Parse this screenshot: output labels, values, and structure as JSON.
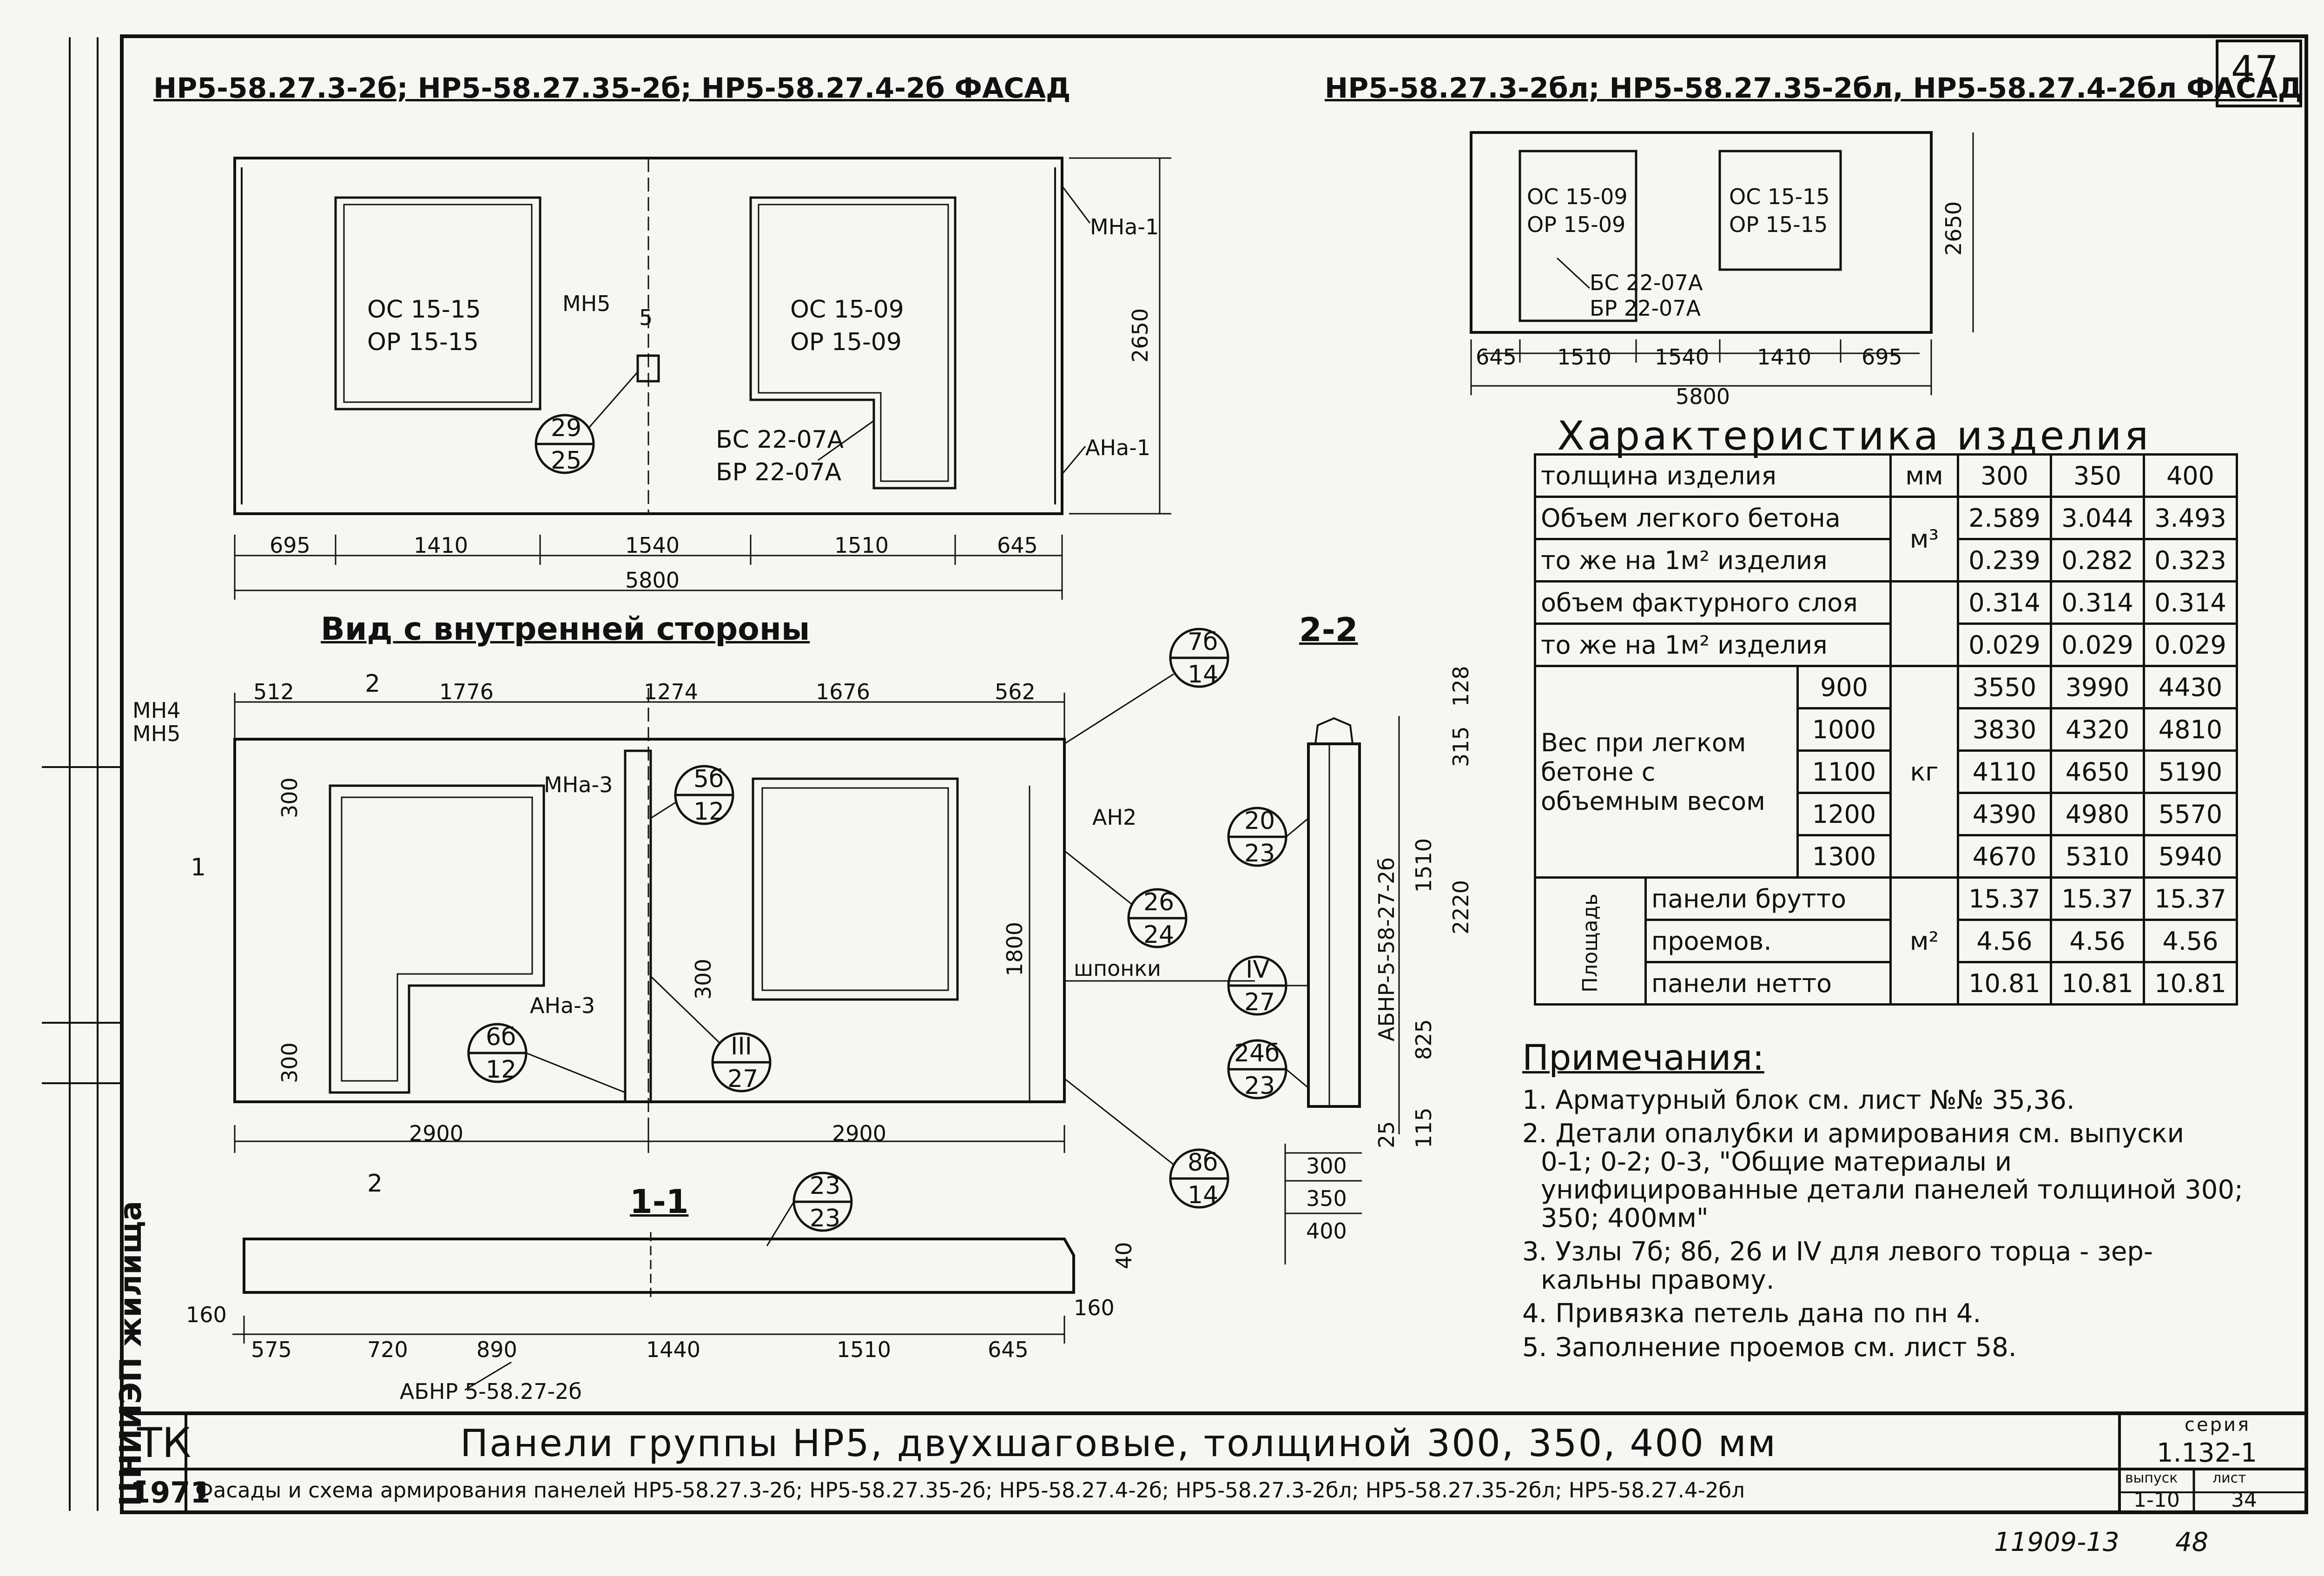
{
  "sheet": {
    "page_number": "47",
    "stamp_number": "11909-13",
    "stamp_page": "48",
    "left_margin_text": "ЦНИИЭП жилища"
  },
  "facade_left": {
    "title": "НР5-58.27.3-2б; НР5-58.27.35-2б; НР5-58.27.4-2б ФАСАД",
    "window_1_top": "ОС 15-15",
    "window_1_bottom": "ОР 15-15",
    "window_2_top": "ОС 15-09",
    "window_2_bottom": "ОР 15-09",
    "balcony_top": "БС 22-07А",
    "balcony_bottom": "БР 22-07А",
    "label_mn5": "МН5",
    "label_5": "5",
    "circle_num": "29",
    "circle_den": "25",
    "label_mna1": "МНа-1",
    "label_ana1": "АНа-1",
    "dim_height": "2650",
    "dims": [
      "695",
      "1410",
      "1540",
      "1510",
      "645"
    ],
    "dim_total": "5800"
  },
  "facade_right": {
    "title": "НР5-58.27.3-2бл; НР5-58.27.35-2бл, НР5-58.27.4-2бл ФАСАД",
    "window_1_top": "ОС 15-09",
    "window_1_bottom": "ОР 15-09",
    "window_2_top": "ОС 15-15",
    "window_2_bottom": "ОР 15-15",
    "balcony_top": "БС 22-07А",
    "balcony_bottom": "БР 22-07А",
    "dim_height": "2650",
    "dims": [
      "645",
      "1510",
      "1540",
      "1410",
      "695"
    ],
    "dim_total": "5800"
  },
  "inner_view": {
    "title": "Вид с внутренней стороны",
    "label_mn4": "МН4",
    "label_mn5": "МН5",
    "dims_top": [
      "512",
      "1776",
      "1274",
      "1676",
      "562"
    ],
    "section_mark": "2",
    "label_mna3": "МНа-3",
    "label_ana3": "АНа-3",
    "label_an2": "АН2",
    "label_shponki": "шпонки",
    "dim_300a": "300",
    "dim_300b": "300",
    "dim_300c": "300",
    "dim_1800": "1800",
    "dims_bottom": [
      "2900",
      "2900"
    ],
    "circle_5b_num": "5б",
    "circle_5b_den": "12",
    "circle_6b_num": "6б",
    "circle_6b_den": "12",
    "circle_3_num": "III",
    "circle_3_den": "27",
    "circle_7b_num": "7б",
    "circle_7b_den": "14",
    "circle_26_num": "26",
    "circle_26_den": "24",
    "circle_8b_num": "8б",
    "circle_8b_den": "14",
    "section_left": "1",
    "section_bottom": "2"
  },
  "section_1_1": {
    "title": "1-1",
    "circle_num": "23",
    "circle_den": "23",
    "dims": [
      "575",
      "720",
      "890",
      "1440",
      "1510",
      "645"
    ],
    "dim_160a": "160",
    "dim_160b": "160",
    "dim_40": "40",
    "label_abnr": "АБНР 5-58.27-2б"
  },
  "section_2_2": {
    "title": "2-2",
    "dim_128": "128",
    "dim_315": "315",
    "dim_1510": "1510",
    "dim_2220": "2220",
    "dim_825": "825",
    "dim_25": "25",
    "dim_115": "115",
    "label_abnr": "АБНР-5-58-27-2б",
    "circle_20_num": "20",
    "circle_20_den": "23",
    "circle_4_num": "IV",
    "circle_4_den": "27",
    "circle_24b_num": "24б",
    "circle_24b_den": "23",
    "thickness": [
      "300",
      "350",
      "400"
    ]
  },
  "characteristics": {
    "title": "Характеристика изделия",
    "header": {
      "label": "толщина изделия",
      "unit": "мм",
      "values": [
        "300",
        "350",
        "400"
      ]
    },
    "volume_rows": [
      {
        "label": "Объем легкого бетона",
        "values": [
          "2.589",
          "3.044",
          "3.493"
        ]
      },
      {
        "label": "то же на 1м² изделия",
        "values": [
          "0.239",
          "0.282",
          "0.323"
        ]
      },
      {
        "label": "объем фактурного слоя",
        "values": [
          "0.314",
          "0.314",
          "0.314"
        ]
      },
      {
        "label": "то же на 1м² изделия",
        "values": [
          "0.029",
          "0.029",
          "0.029"
        ]
      }
    ],
    "volume_unit": "м³",
    "weight_label": "Вес при легком бетоне с объемным весом",
    "weight_unit": "кг",
    "weight_rows": [
      {
        "density": "900",
        "values": [
          "3550",
          "3990",
          "4430"
        ]
      },
      {
        "density": "1000",
        "values": [
          "3830",
          "4320",
          "4810"
        ]
      },
      {
        "density": "1100",
        "values": [
          "4110",
          "4650",
          "5190"
        ]
      },
      {
        "density": "1200",
        "values": [
          "4390",
          "4980",
          "5570"
        ]
      },
      {
        "density": "1300",
        "values": [
          "4670",
          "5310",
          "5940"
        ]
      }
    ],
    "area_label": "Площадь",
    "area_unit": "м²",
    "area_rows": [
      {
        "label": "панели брутто",
        "values": [
          "15.37",
          "15.37",
          "15.37"
        ]
      },
      {
        "label": "проемов.",
        "values": [
          "4.56",
          "4.56",
          "4.56"
        ]
      },
      {
        "label": "панели нетто",
        "values": [
          "10.81",
          "10.81",
          "10.81"
        ]
      }
    ]
  },
  "notes": {
    "title": "Примечания:",
    "items": [
      {
        "line1": "1. Арматурный блок см. лист №№ 35,36.",
        "line2": ""
      },
      {
        "line1": "2. Детали опалубки и армирования см. выпуски",
        "line2": "0-1; 0-2; 0-3, \"Общие материалы и унифицированные детали панелей толщиной 300; 350; 400мм\""
      },
      {
        "line1": "3. Узлы 7б; 8б, 26 и IV для левого торца - зер-",
        "line2": "кальны правому."
      },
      {
        "line1": "4. Привязка петель дана по пн 4.",
        "line2": ""
      },
      {
        "line1": "5. Заполнение проемов см. лист 58.",
        "line2": ""
      }
    ]
  },
  "title_block": {
    "code": "ТК",
    "year": "1971",
    "main_title": "Панели группы НР5, двухшаговые, толщиной 300, 350, 400 мм",
    "sub_title": "Фасады и схема армирования панелей НР5-58.27.3-2б; НР5-58.27.35-2б; НР5-58.27.4-2б; НР5-58.27.3-2бл; НР5-58.27.35-2бл; НР5-58.27.4-2бл",
    "series_label": "серия",
    "series_value": "1.132-1",
    "issue_label": "выпуск",
    "issue_value": "1-10",
    "sheet_label": "лист",
    "sheet_value": "34"
  }
}
